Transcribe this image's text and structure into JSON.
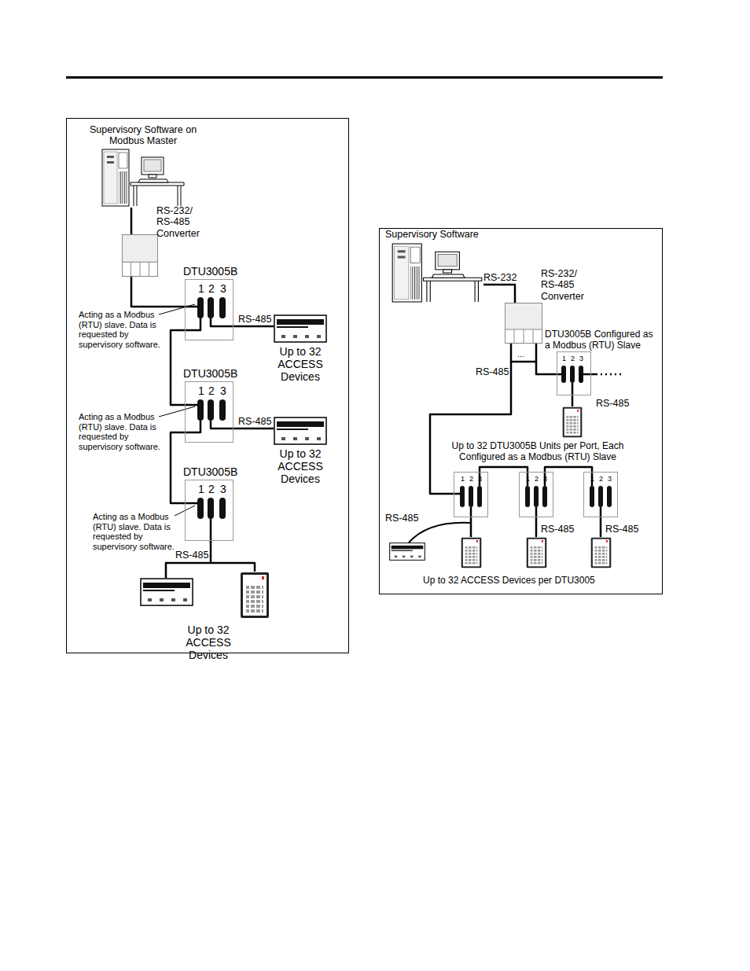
{
  "diagram": {
    "nodes": [
      {
        "text": [
          "Supervisory Software on Modbus Master"
        ]
      },
      {
        "text": [
          "RS-232/ RS-485 Converter"
        ]
      },
      {
        "text": [
          "DTU3005B",
          "1",
          "2",
          "3"
        ]
      },
      {
        "text": [
          "Up to 32 ACCESS Devices"
        ]
      },
      {
        "text": [
          "DTU3005B",
          "1",
          "2",
          "3"
        ]
      },
      {
        "text": [
          "Up to 32 ACCESS Devices"
        ]
      },
      {
        "text": [
          "DTU3005B",
          "1",
          "2",
          "3"
        ]
      },
      {
        "text": [
          "Up to 32 ACCESS Devices"
        ]
      },
      {
        "text": [
          "Supervisory Software"
        ]
      },
      {
        "text": [
          "RS-232/ RS-485 Converter"
        ]
      },
      {
        "text": [
          "DTU3005B Configured as a Modbus (RTU) Slave",
          "1",
          "2",
          "3"
        ]
      },
      {
        "text": [
          "1",
          "2",
          "3"
        ]
      },
      {
        "text": [
          "1",
          "2",
          "3"
        ]
      },
      {
        "text": [
          "1",
          "2",
          "3"
        ]
      }
    ],
    "edges": [
      {
        "from": 0,
        "to": 1,
        "arrow": "none"
      },
      {
        "from": 1,
        "to": 2,
        "arrow": "none"
      },
      {
        "from": 2,
        "to": 3,
        "label": "RS-485",
        "arrow": "none"
      },
      {
        "from": 2,
        "to": 4,
        "arrow": "none"
      },
      {
        "from": 4,
        "to": 5,
        "label": "RS-485",
        "arrow": "none"
      },
      {
        "from": 4,
        "to": 6,
        "arrow": "none"
      },
      {
        "from": 6,
        "to": 7,
        "label": "RS-485",
        "arrow": "none"
      },
      {
        "from": 8,
        "to": 9,
        "label": "RS-232",
        "arrow": "none"
      },
      {
        "from": 9,
        "to": 10,
        "label": "RS-485",
        "arrow": "none"
      },
      {
        "from": 9,
        "to": 11,
        "arrow": "none"
      },
      {
        "from": 11,
        "to": 12,
        "arrow": "none"
      },
      {
        "from": 12,
        "to": 13,
        "arrow": "none"
      }
    ],
    "labels": [
      "Acting as a Modbus (RTU) slave. Data is requested by supervisory software.",
      "Acting as a Modbus (RTU) slave. Data is requested by supervisory software.",
      "Acting as a Modbus (RTU) slave. Data is requested by supervisory software.",
      "...",
      "RS-485",
      "Up to 32 DTU3005B Units per Port, Each Configured as a Modbus (RTU) Slave",
      "RS-485",
      "RS-485",
      "RS-485",
      "Up to 32 ACCESS Devices per DTU3005"
    ]
  }
}
